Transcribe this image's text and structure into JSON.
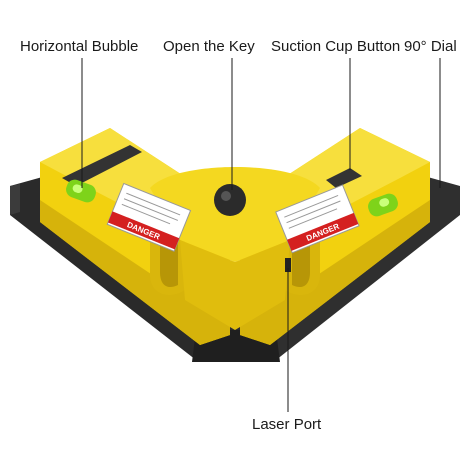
{
  "callouts": {
    "horizontal_bubble": "Horizontal Bubble",
    "open_the_key": "Open the Key",
    "suction_cup_button": "Suction Cup Button",
    "dial_90": "90° Dial",
    "laser_port": "Laser Port"
  },
  "warning_labels": {
    "danger": "DANGER"
  },
  "colors": {
    "body_yellow": "#f2d10f",
    "body_yellow_shadow": "#c9a90a",
    "base_black": "#2a2a2a",
    "vial_green": "#7ed31a",
    "leader_line": "#1a1a1a",
    "label_red": "#d42020"
  }
}
